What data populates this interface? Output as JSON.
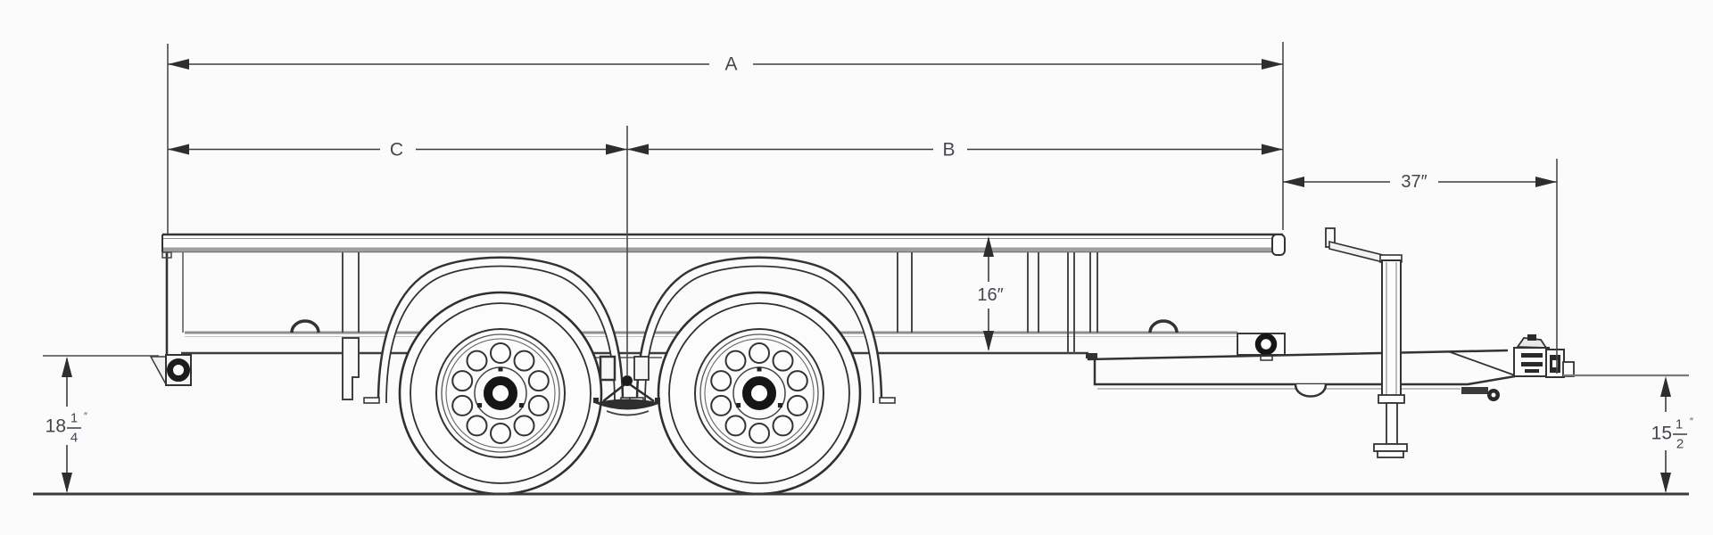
{
  "colors": {
    "ink": "#3a3a3a",
    "frame_gray": "#8f8f8f",
    "dimension_text": "#45454d",
    "background": "#fbfbfb"
  },
  "dimensions": {
    "overall": {
      "label": "A"
    },
    "front_section": {
      "label": "B"
    },
    "rear_section": {
      "label": "C"
    },
    "deck_to_coupler": {
      "label": "37″"
    },
    "side_rail_height": {
      "label": "16″"
    },
    "rear_deck_height": {
      "whole": "18",
      "numerator": "1",
      "denominator": "4",
      "unit": "″"
    },
    "coupler_height": {
      "whole": "15",
      "numerator": "1",
      "denominator": "2",
      "unit": "″"
    }
  }
}
